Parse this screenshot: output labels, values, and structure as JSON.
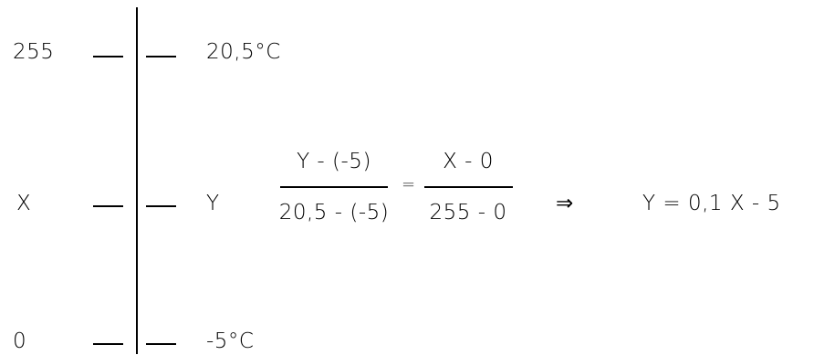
{
  "scale": {
    "left": {
      "top": "255",
      "middle": "X",
      "bottom": "0"
    },
    "right": {
      "top": "20,5°C",
      "middle": "Y",
      "bottom": "-5°C"
    }
  },
  "equation": {
    "lhs_numerator": "Y - (-5)",
    "lhs_denominator": "20,5 - (-5)",
    "equals": "=",
    "rhs_numerator": "X - 0",
    "rhs_denominator": "255 - 0",
    "implies": "⇒",
    "result": "Y = 0,1 X  - 5"
  }
}
